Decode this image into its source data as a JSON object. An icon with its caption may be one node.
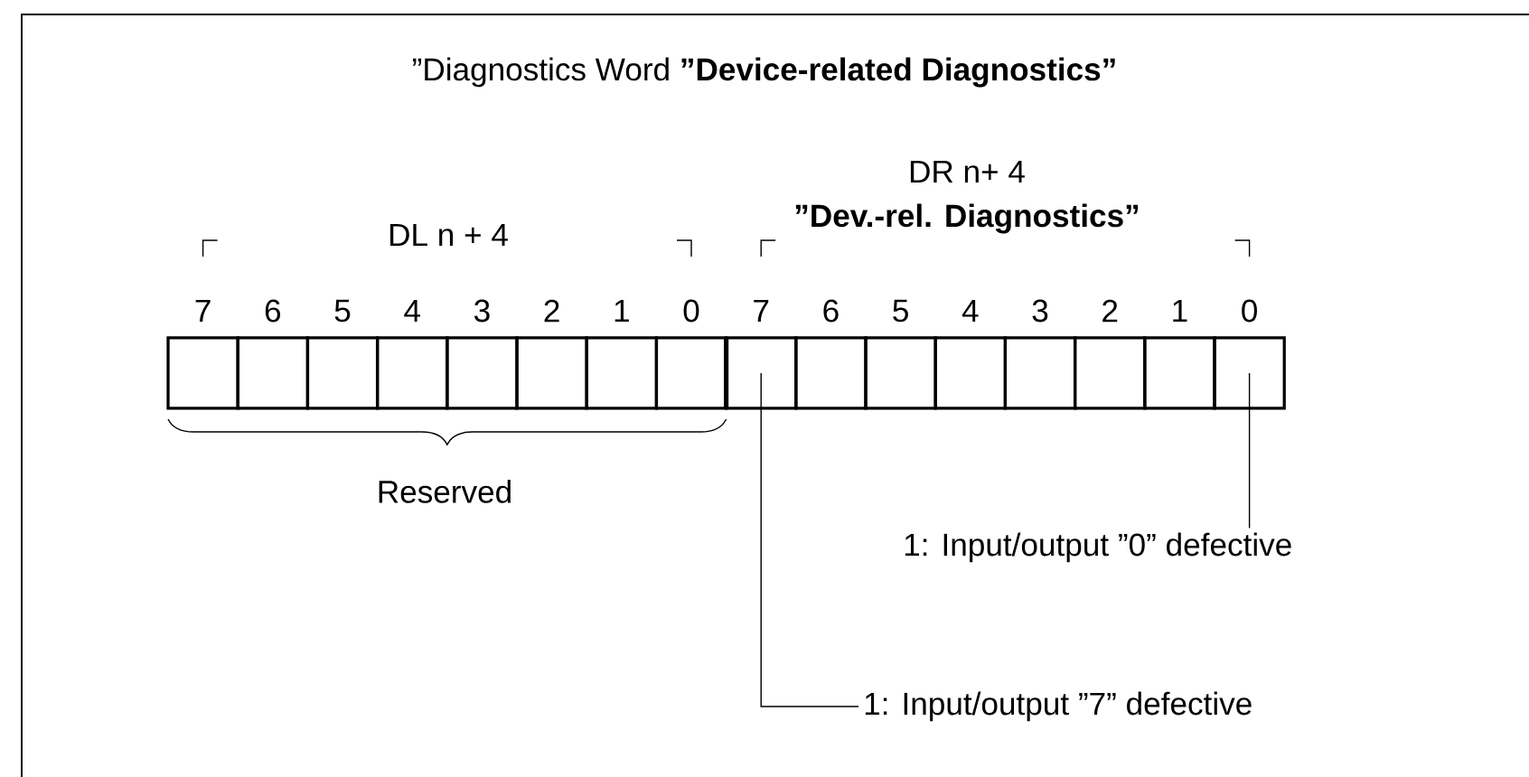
{
  "diagram": {
    "title": "”Diagnostics Word **”Device-related Diagnostics”**",
    "nodes": [
      {
        "text": [],
        "shape": "box"
      },
      {
        "text": [],
        "shape": "box"
      },
      {
        "text": [],
        "shape": "box"
      },
      {
        "text": [],
        "shape": "box"
      },
      {
        "text": [],
        "shape": "box"
      },
      {
        "text": [],
        "shape": "box"
      },
      {
        "text": [],
        "shape": "box"
      },
      {
        "text": [],
        "shape": "box"
      },
      {
        "text": [],
        "shape": "box"
      },
      {
        "text": [],
        "shape": "box"
      },
      {
        "text": [],
        "shape": "box"
      },
      {
        "text": [],
        "shape": "box"
      },
      {
        "text": [],
        "shape": "box"
      },
      {
        "text": [],
        "shape": "box"
      },
      {
        "text": [],
        "shape": "box"
      },
      {
        "text": [],
        "shape": "box"
      },
      {
        "text": [
          "1: Input/output ”0” defective"
        ]
      },
      {
        "text": [
          "1: Input/output ”7” defective"
        ]
      }
    ],
    "edges": [
      {
        "from": 16,
        "to": 15,
        "arrow": "none"
      },
      {
        "from": 17,
        "to": 8,
        "arrow": "none"
      }
    ],
    "labels": [
      "DR n+ 4",
      "”Dev.-rel. Diagnostics”",
      "DL n + 4",
      "7",
      "6",
      "5",
      "4",
      "3",
      "2",
      "1",
      "0",
      "7",
      "6",
      "5",
      "4",
      "3",
      "2",
      "1",
      "0",
      "Reserved"
    ]
  }
}
